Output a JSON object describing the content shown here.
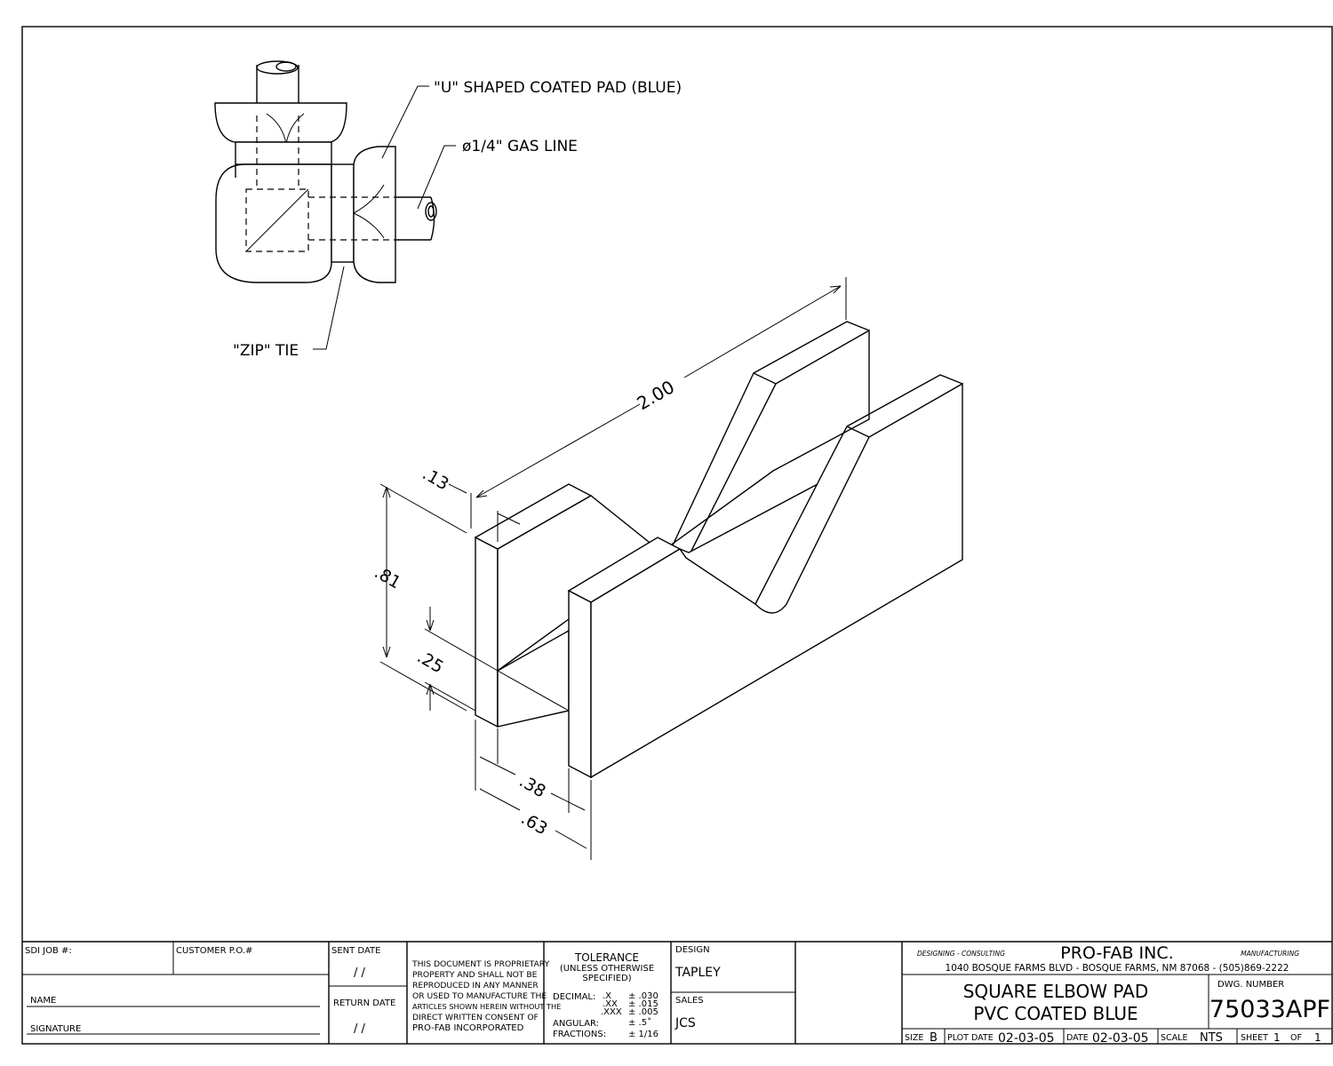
{
  "callouts": {
    "pad": "\"U\" SHAPED COATED PAD (BLUE)",
    "gas": "ø1/4\" GAS LINE",
    "zip": "\"ZIP\" TIE"
  },
  "dimensions": {
    "length": "2.00",
    "thickness": ".13",
    "height": ".81",
    "base": ".25",
    "slot": ".38",
    "width": ".63"
  },
  "title_block": {
    "sdi_job_label": "SDI JOB #:",
    "customer_po_label": "CUSTOMER P.O.#",
    "name_label": "NAME",
    "signature_label": "SIGNATURE",
    "sent_date_label": "SENT DATE",
    "sent_date_value": "/   /",
    "return_date_label": "RETURN DATE",
    "return_date_value": "/   /",
    "proprietary": [
      "THIS DOCUMENT IS PROPRIETARY",
      "PROPERTY AND SHALL NOT BE",
      "REPRODUCED IN ANY MANNER",
      "OR USED TO MANUFACTURE THE",
      "ARTICLES SHOWN HEREIN WITHOUT THE",
      "DIRECT WRITTEN CONSENT OF",
      "PRO-FAB INCORPORATED"
    ],
    "tolerance_title": "TOLERANCE",
    "tolerance_sub1": "(UNLESS OTHERWISE",
    "tolerance_sub2": "SPECIFIED)",
    "decimal_label": "DECIMAL:",
    "tol_x": ".X",
    "tol_xx": ".XX",
    "tol_xxx": ".XXX",
    "tol_x_val": "± .030",
    "tol_xx_val": "± .015",
    "tol_xxx_val": "± .005",
    "angular_label": "ANGULAR:",
    "angular_val": "± .5˚",
    "fractions_label": "FRACTIONS:",
    "fractions_val": "± 1/16",
    "design_label": "DESIGN",
    "design_value": "TAPLEY",
    "sales_label": "SALES",
    "sales_value": "JCS",
    "designing": "DESIGNING - CONSULTING",
    "company": "PRO-FAB INC.",
    "manufacturing": "MANUFACTURING",
    "address": "1040 BOSQUE FARMS BLVD - BOSQUE FARMS, NM 87068 - (505)869-2222",
    "title1": "SQUARE ELBOW PAD",
    "title2": "PVC COATED BLUE",
    "dwg_label": "DWG. NUMBER",
    "dwg_number": "75033APF",
    "size_label": "SIZE",
    "size_value": "B",
    "plot_date_label": "PLOT DATE",
    "plot_date_value": "02-03-05",
    "date_label": "DATE",
    "date_value": "02-03-05",
    "scale_label": "SCALE",
    "scale_value": "NTS",
    "sheet_label": "SHEET",
    "sheet_value": "1",
    "of_label": "OF",
    "of_value": "1"
  }
}
